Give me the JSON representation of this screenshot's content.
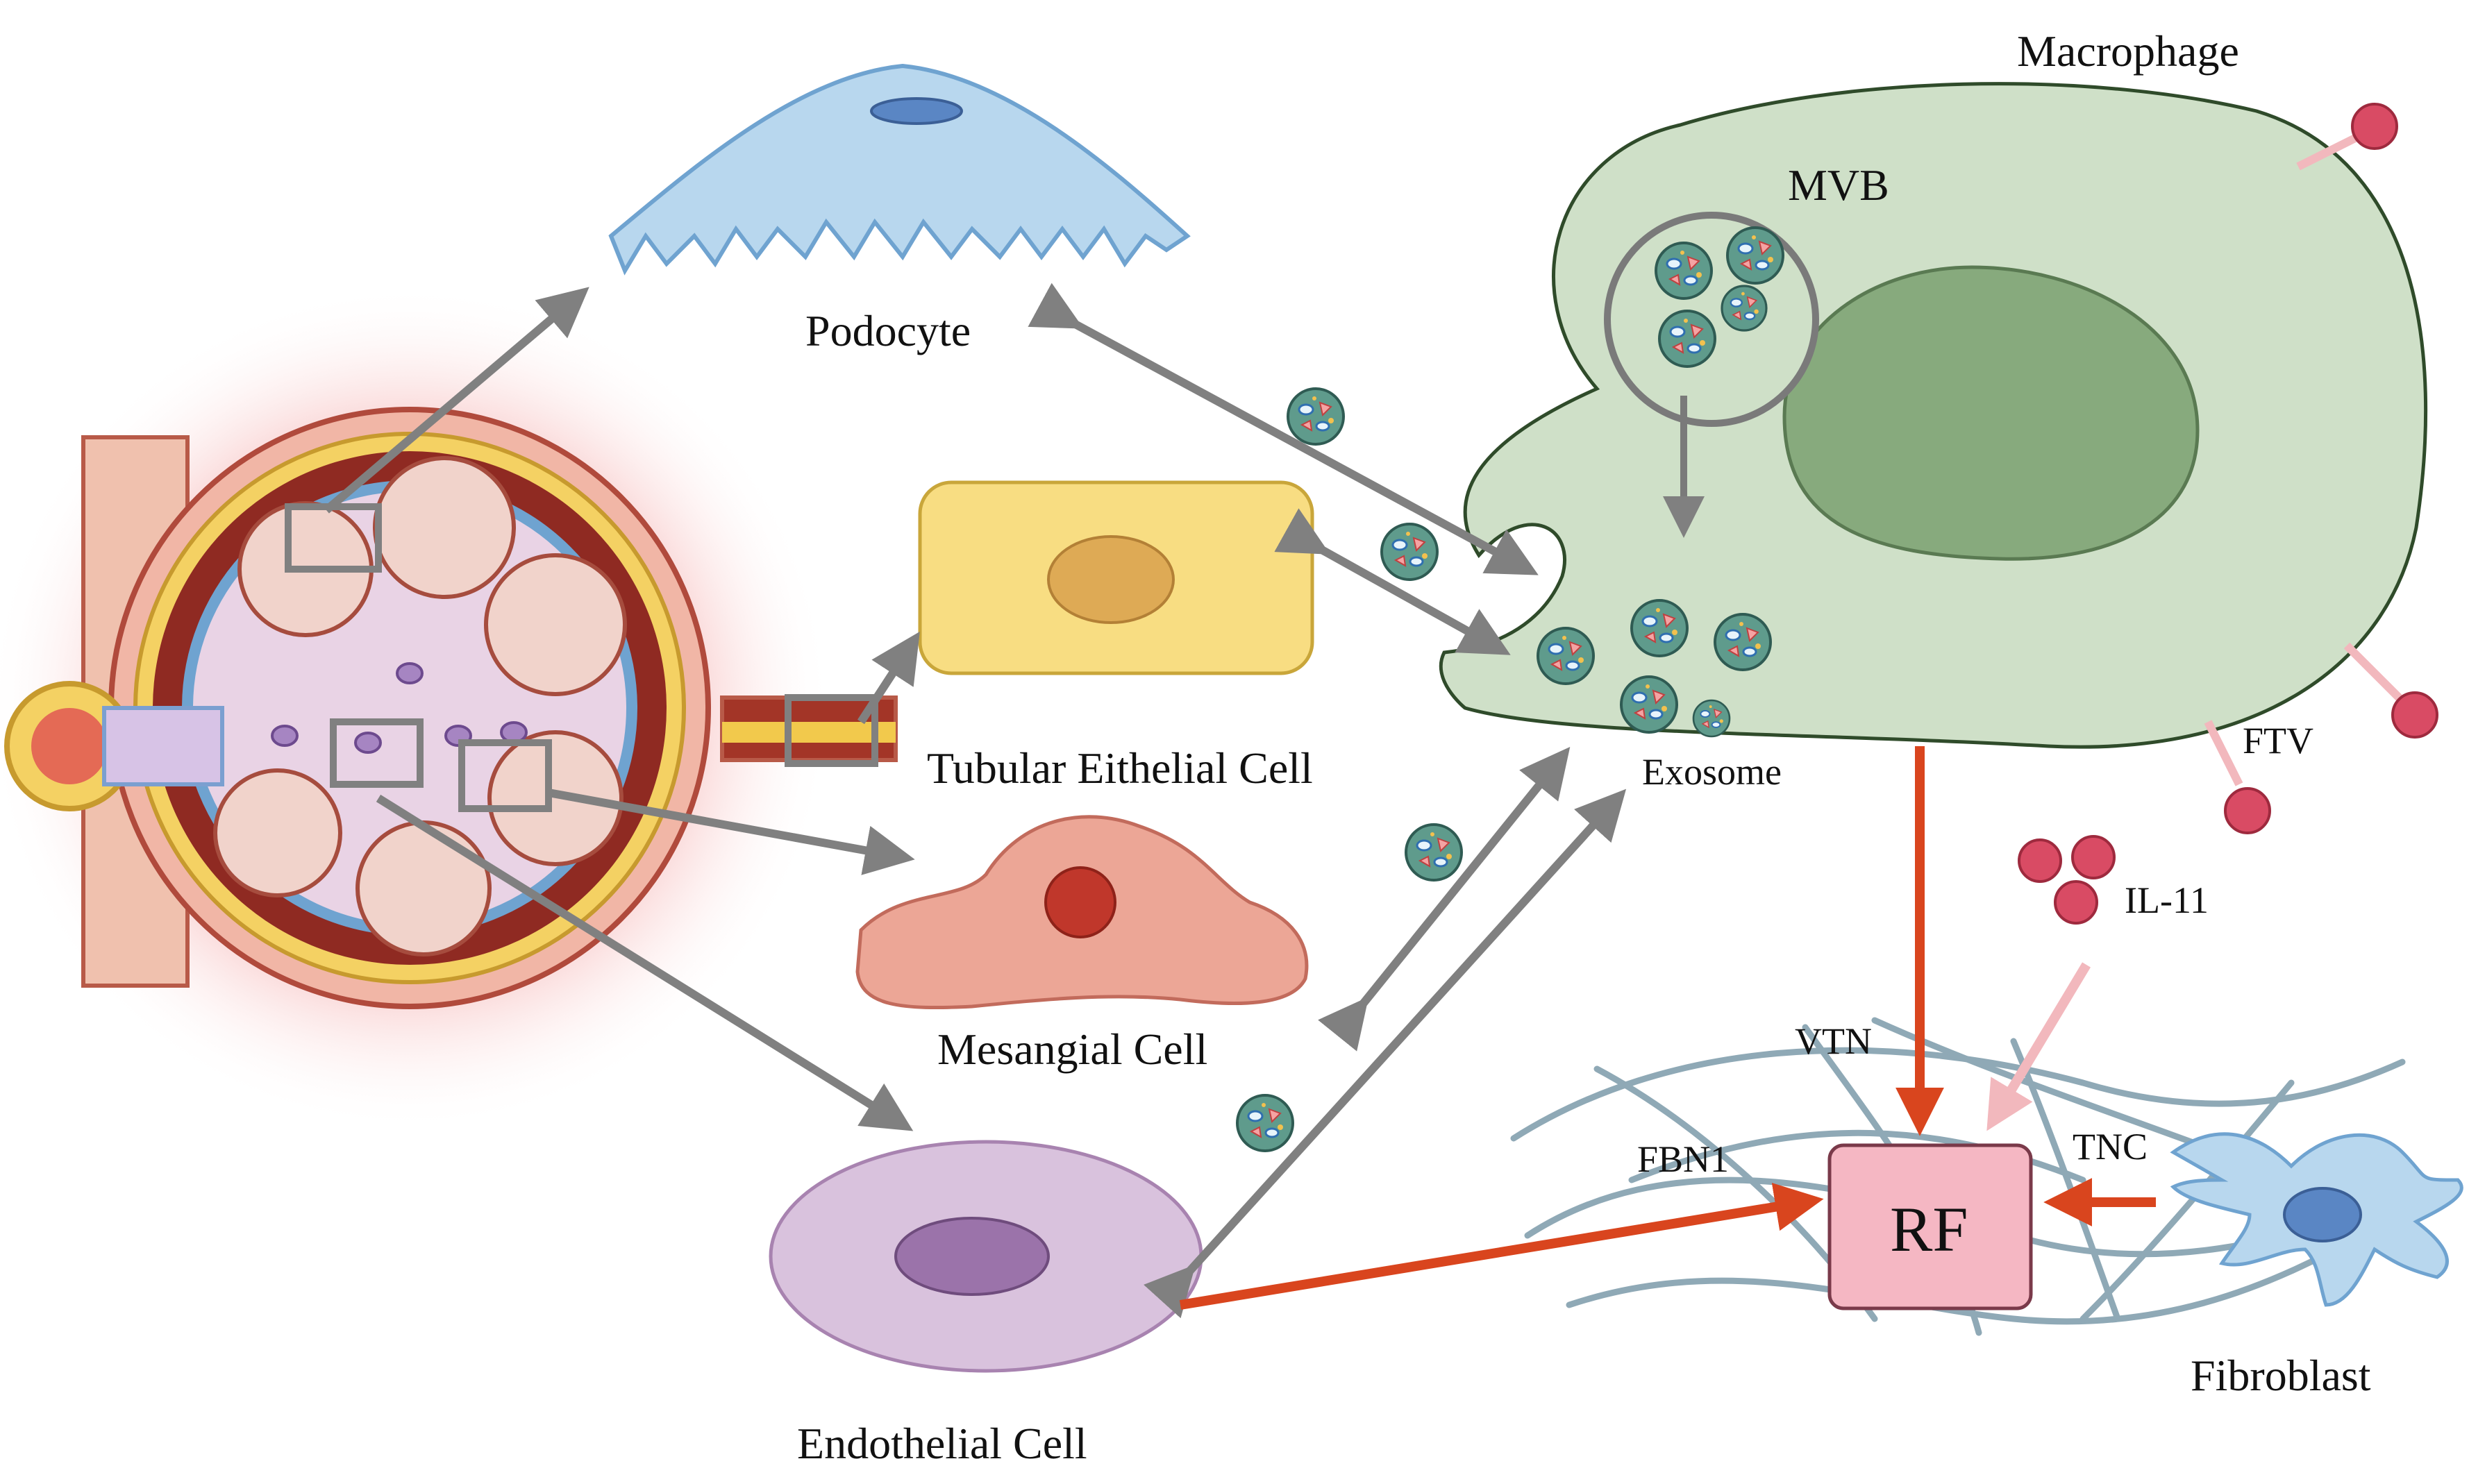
{
  "labels": {
    "podocyte": "Podocyte",
    "tubular": "Tubular Eithelial Cell",
    "mesangial": "Mesangial Cell",
    "endothelial": "Endothelial Cell",
    "macrophage": "Macrophage",
    "mvb": "MVB",
    "exosome": "Exosome",
    "ftv": "FTV",
    "il11": "IL-11",
    "vtn": "VTN",
    "fbn1": "FBN1",
    "tnc": "TNC",
    "rf": "RF",
    "fibroblast": "Fibroblast"
  },
  "colors": {
    "gray_arrow": "#808080",
    "red_arrow": "#d9451e",
    "pink_arrow": "#f2b8bd",
    "rf_box_fill": "#f5b7c3",
    "macrophage_fill": "#cfe0c8",
    "nucleus_fill": "#87aa7d",
    "podocyte_fill": "#b8d7ee",
    "tubular_fill": "#f8dd82",
    "mesangial_fill": "#eca696",
    "endothelial_fill": "#d9c2dd",
    "il11_dot": "#d94b64"
  },
  "icons": [
    "glomerulus-illustration",
    "podocyte-illustration",
    "tubular-cell-illustration",
    "mesangial-cell-illustration",
    "endothelial-cell-illustration",
    "macrophage-illustration",
    "fibroblast-illustration",
    "exosome-icon",
    "fiber-network-illustration"
  ]
}
